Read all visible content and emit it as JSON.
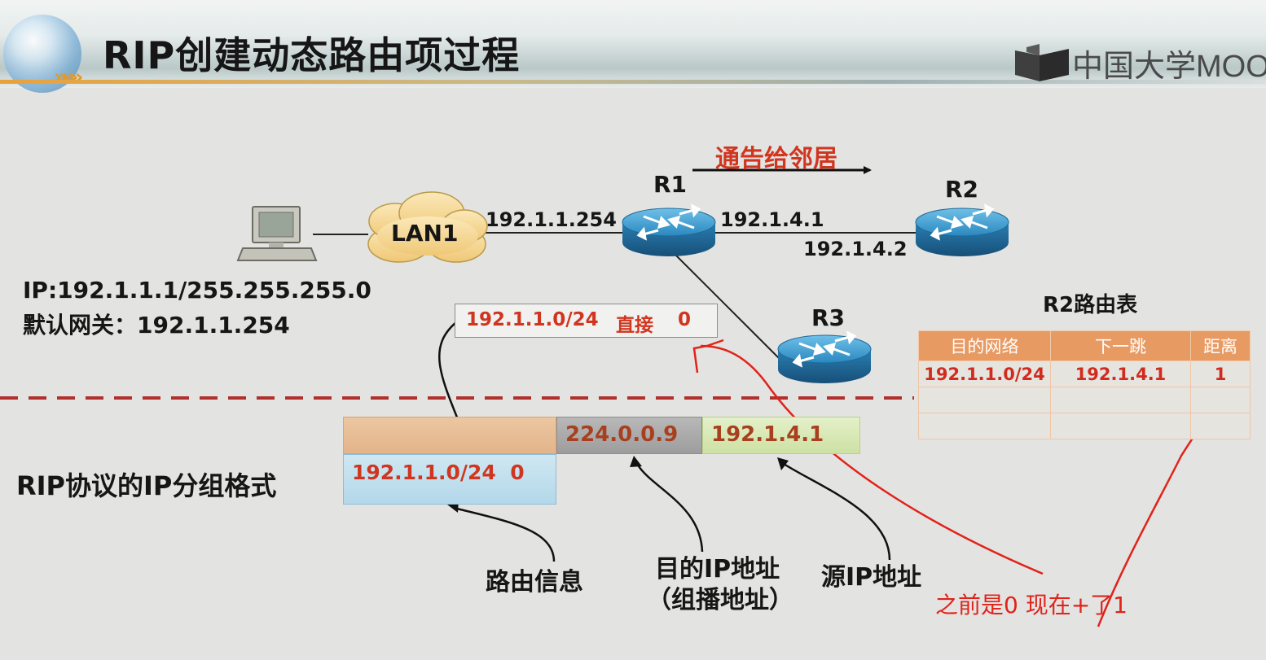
{
  "header": {
    "title": "RIP创建动态路由项过程",
    "brand": "中国大学MOOC"
  },
  "diagram": {
    "announce_label": "通告给邻居",
    "pc": {
      "ip": "IP:192.1.1.1/255.255.255.0",
      "gateway": "默认网关：192.1.1.254"
    },
    "lan_label": "LAN1",
    "routers": {
      "r1": "R1",
      "r2": "R2",
      "r3": "R3"
    },
    "interfaces": {
      "r1_lan": "192.1.1.254",
      "r1_r2": "192.1.4.1",
      "r2_r1": "192.1.4.2"
    },
    "r1_entry": {
      "network": "192.1.1.0/24",
      "type": "直接",
      "distance": "0"
    }
  },
  "r2_table": {
    "title": "R2路由表",
    "headers": [
      "目的网络",
      "下一跳",
      "距离"
    ],
    "rows": [
      [
        "192.1.1.0/24",
        "192.1.4.1",
        "1"
      ],
      [
        "",
        "",
        ""
      ],
      [
        "",
        "",
        ""
      ]
    ]
  },
  "packet": {
    "section_title": "RIP协议的IP分组格式",
    "dest_ip": "224.0.0.9",
    "src_ip": "192.1.4.1",
    "route_info": "192.1.1.0/24  0",
    "labels": {
      "route_info": "路由信息",
      "dest_line1": "目的IP地址",
      "dest_line2": "（组播地址）",
      "src": "源IP地址"
    }
  },
  "annotation": {
    "note": "之前是0 现在+了1"
  },
  "colors": {
    "accent_red": "#d0361f",
    "table_header": "#e89a63",
    "divider": "#b0302c",
    "router_blue": "#2a88bf"
  }
}
